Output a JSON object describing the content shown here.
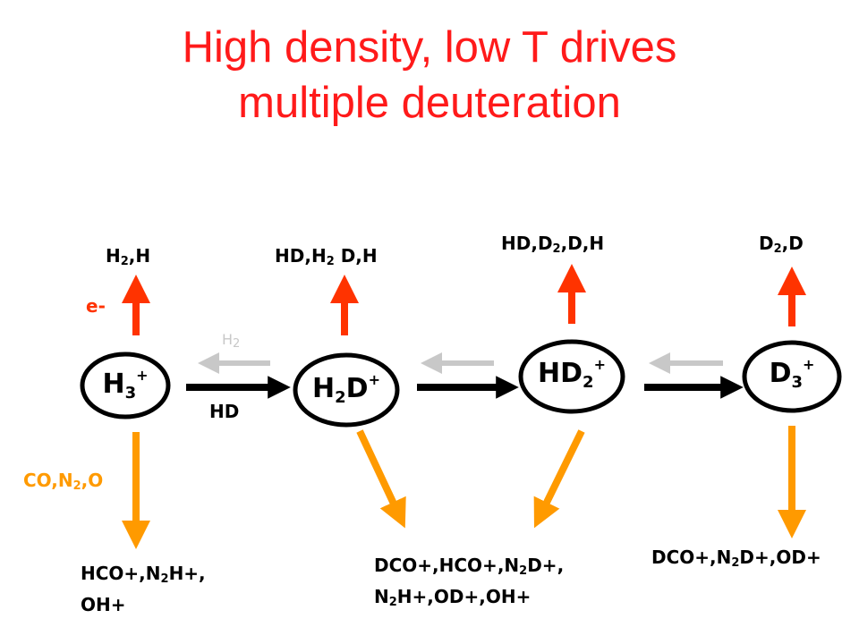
{
  "title": {
    "line1": "High density, low T drives",
    "line2": "multiple deuteration"
  },
  "colors": {
    "title": "#ff1a1a",
    "electron_arrow": "#ff3300",
    "co_arrow": "#ff9a00",
    "reverse_arrow": "#c8c8c8",
    "forward_arrow": "#000000"
  },
  "ions": {
    "h3": {
      "base": "H",
      "sub": "3",
      "sup": "+"
    },
    "h2d": {
      "base1": "H",
      "sub1": "2",
      "base2": "D",
      "sup": "+"
    },
    "hd2": {
      "base1": "HD",
      "sub": "2",
      "sup": "+"
    },
    "d3": {
      "base": "D",
      "sub": "3",
      "sup": "+"
    }
  },
  "products_top": {
    "h3": {
      "a": "H",
      "sub": "2",
      "b": ",H"
    },
    "h2d": {
      "a": "HD,H",
      "sub": "2",
      "b": " D,H"
    },
    "hd2": {
      "a": "HD,D",
      "sub": "2",
      "b": ",D,H"
    },
    "d3": {
      "a": "D",
      "sub": "2",
      "b": ",D"
    }
  },
  "electron_label": "e-",
  "co_label": {
    "a": "CO,N",
    "sub": "2",
    "b": ",O"
  },
  "reaction_labels": {
    "forward": "HD",
    "reverse": {
      "a": "H",
      "sub": "2"
    }
  },
  "products_bottom": {
    "h3": {
      "l1a": "HCO+,N",
      "l1sub": "2",
      "l1b": "H+,",
      "l2": "OH+"
    },
    "middle": {
      "l1a": "DCO+,HCO+,N",
      "l1sub": "2",
      "l1b": "D+,",
      "l2a": "N",
      "l2sub": "2",
      "l2b": "H+,OD+,OH+"
    },
    "d3": {
      "a": "DCO+,N",
      "sub": "2",
      "b": "D+,OD+"
    }
  }
}
